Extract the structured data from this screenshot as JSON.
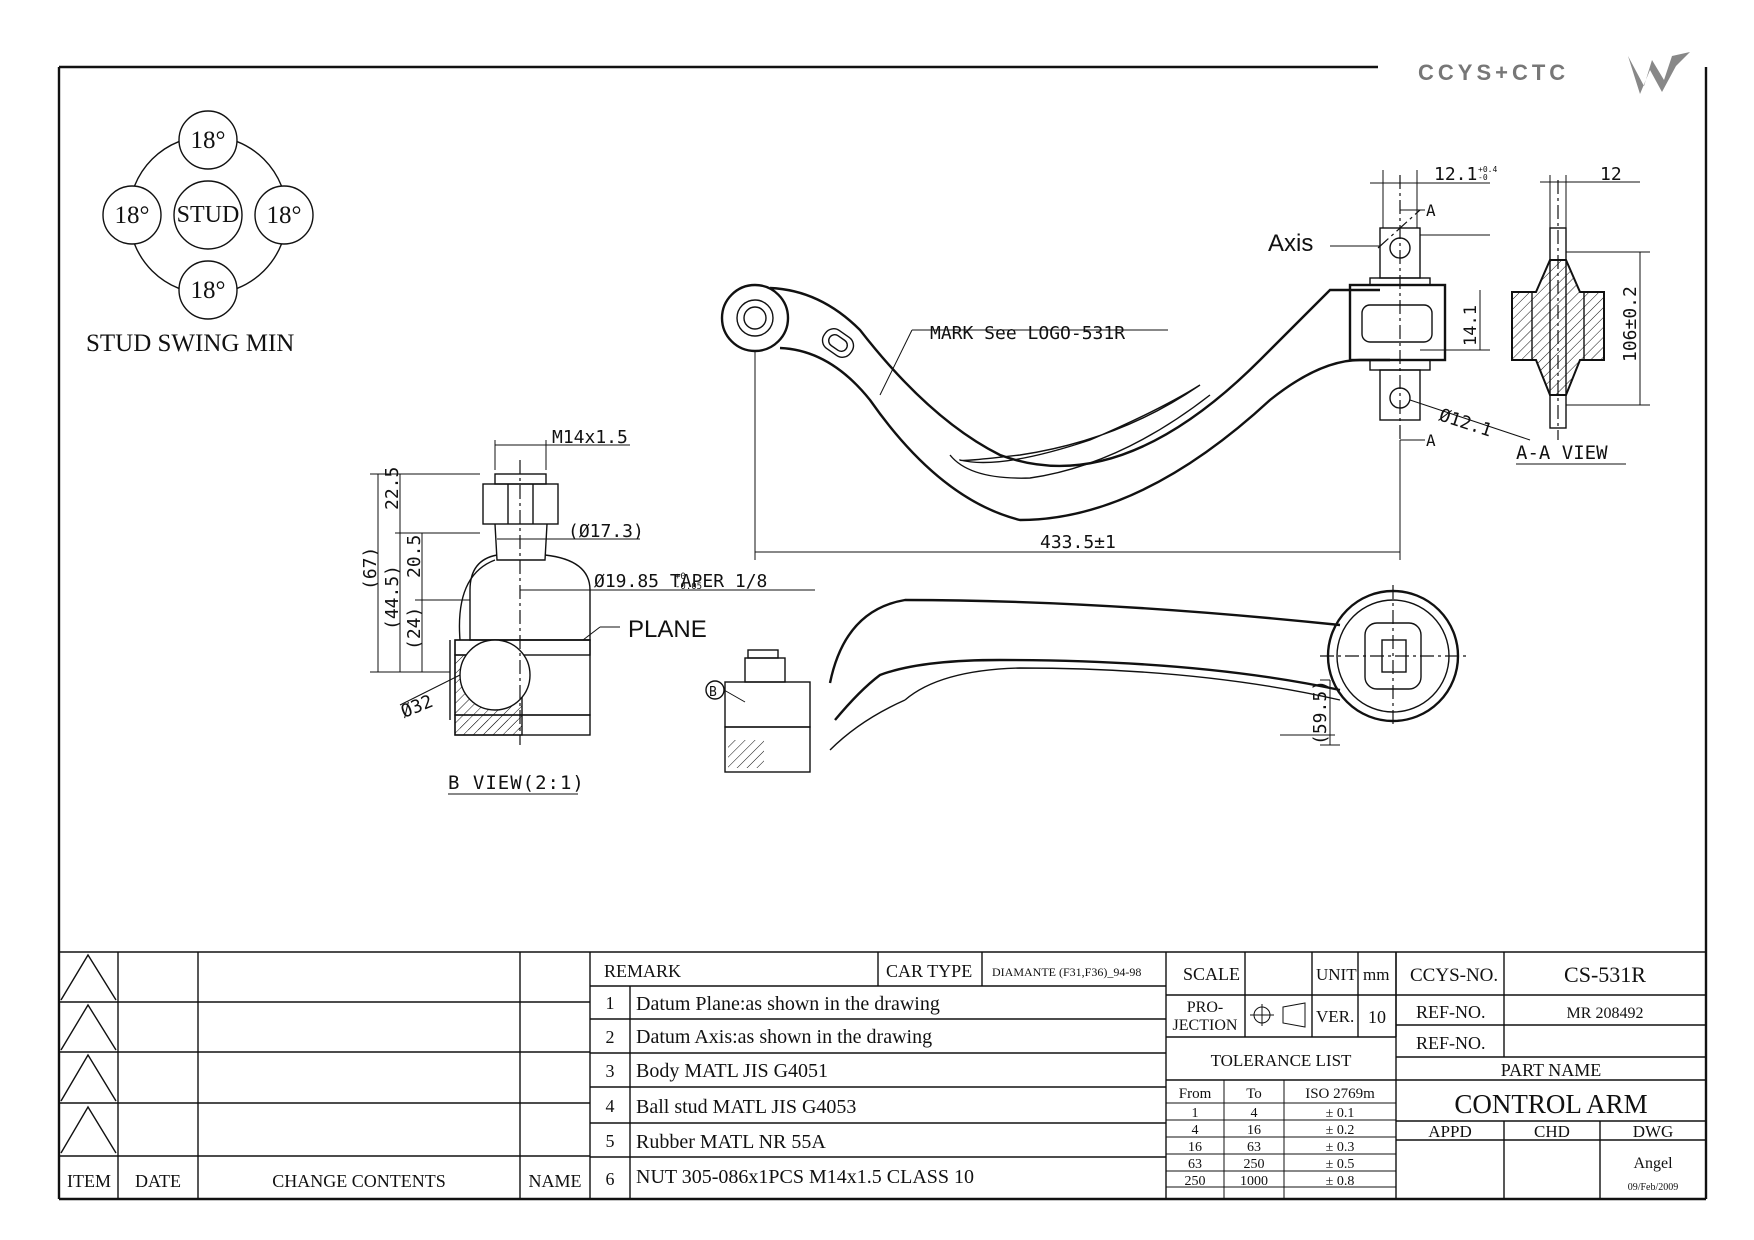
{
  "brand": {
    "logo_text": "CCYS+CTC"
  },
  "stud_swing": {
    "circles": [
      "18°",
      "18°",
      "18°",
      "18°"
    ],
    "center": "STUD",
    "caption": "STUD SWING MIN"
  },
  "dimensions": {
    "m14": "M14x1.5",
    "d22_5": "22.5",
    "d67": "(67)",
    "d44_5": "(44.5)",
    "d20_5": "20.5",
    "d24": "(24)",
    "phi17": "(Ø17.3)",
    "taper": "Ø19.85 TAPER 1/8",
    "taper_tol_upper": "+0",
    "taper_tol_lower": "-0.05",
    "plane": "PLANE",
    "phi32": "Ø32",
    "b_view": "B VIEW(2:1)",
    "mark": "MARK See LOGO-531R",
    "axis": "Axis",
    "d12_1": "12.1",
    "d12_1_tol_upper": "+0.4",
    "d12_1_tol_lower": "-0",
    "section_a": "A",
    "d14_1": "14.1",
    "phi12_1": "Ø12.1",
    "d433": "433.5±1",
    "d12": "12",
    "d106": "106±0.2",
    "aa_view": "A-A VIEW",
    "d59_5": "(59.5)",
    "b_marker": "B"
  },
  "revision_table": {
    "headers": [
      "ITEM",
      "DATE",
      "CHANGE CONTENTS",
      "NAME"
    ]
  },
  "remark": {
    "header": "REMARK",
    "car_type_label": "CAR TYPE",
    "car_type_value": "DIAMANTE (F31,F36)_94-98",
    "items": [
      {
        "no": "1",
        "text": "Datum Plane:as shown in the drawing"
      },
      {
        "no": "2",
        "text": "Datum Axis:as shown in the drawing"
      },
      {
        "no": "3",
        "text": "Body MATL JIS G4051"
      },
      {
        "no": "4",
        "text": "Ball stud MATL JIS G4053"
      },
      {
        "no": "5",
        "text": "Rubber MATL NR 55A"
      },
      {
        "no": "6",
        "text": "NUT 305-086x1PCS M14x1.5 CLASS 10"
      }
    ]
  },
  "spec": {
    "scale_label": "SCALE",
    "unit_label": "UNIT",
    "unit_value": "mm",
    "projection_label_1": "PRO-",
    "projection_label_2": "JECTION",
    "ver_label": "VER.",
    "ver_value": "10",
    "tolerance_title": "TOLERANCE LIST",
    "tolerance_headers": [
      "From",
      "To",
      "ISO 2769m"
    ],
    "tolerance_rows": [
      [
        "1",
        "4",
        "± 0.1"
      ],
      [
        "4",
        "16",
        "± 0.2"
      ],
      [
        "16",
        "63",
        "± 0.3"
      ],
      [
        "63",
        "250",
        "± 0.5"
      ],
      [
        "250",
        "1000",
        "± 0.8"
      ]
    ]
  },
  "title_block": {
    "ccys_label": "CCYS-NO.",
    "ccys_value": "CS-531R",
    "ref1_label": "REF-NO.",
    "ref1_value": "MR 208492",
    "ref2_label": "REF-NO.",
    "part_name_label": "PART NAME",
    "part_name": "CONTROL ARM",
    "appd": "APPD",
    "chd": "CHD",
    "dwg": "DWG",
    "drawn_by": "Angel",
    "date": "09/Feb/2009"
  }
}
